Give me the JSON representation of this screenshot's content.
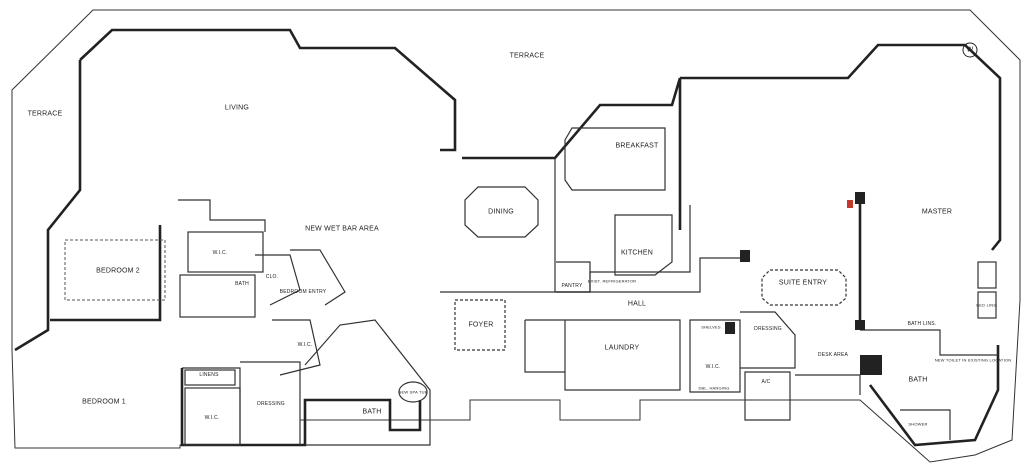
{
  "plan": {
    "compass": "W",
    "rooms": {
      "terrace_top": "TERRACE",
      "terrace_left": "TERRACE",
      "living": "LIVING",
      "new_wet_bar": "NEW WET BAR AREA",
      "dining": "DINING",
      "breakfast": "BREAKFAST",
      "kitchen": "KITCHEN",
      "pantry": "PANTRY",
      "exist_refrigerator": "EXIST. REFRIGERATOR",
      "bedroom2": "BEDROOM 2",
      "wic_bed2": "W.I.C.",
      "bath_bed2": "BATH",
      "clo": "CLO.",
      "bedroom_entry": "BEDROOM ENTRY",
      "foyer": "FOYER",
      "hall": "HALL",
      "laundry": "LAUNDRY",
      "suite_entry": "SUITE ENTRY",
      "master": "MASTER",
      "shelves": "SHELVES",
      "dressing_master": "DRESSING",
      "wic_master": "W.I.C.",
      "dbl_hanging": "DBL. HANGING",
      "ac": "A/C",
      "desk_area": "DESK AREA",
      "bath_lins": "BATH LINS.",
      "bed_lins": "BED LINS.",
      "bath_master": "BATH",
      "new_toilet": "NEW TOILET IN EXISTING LOCATION",
      "shower": "SHOWER",
      "bedroom1": "BEDROOM 1",
      "linens": "LINENS",
      "wic_bed1": "W.I.C.",
      "dressing_bed1": "DRESSING",
      "wic_center": "W.I.C.",
      "bath_bed1": "BATH",
      "new_spa_tub": "NEW SPA TUB"
    }
  }
}
